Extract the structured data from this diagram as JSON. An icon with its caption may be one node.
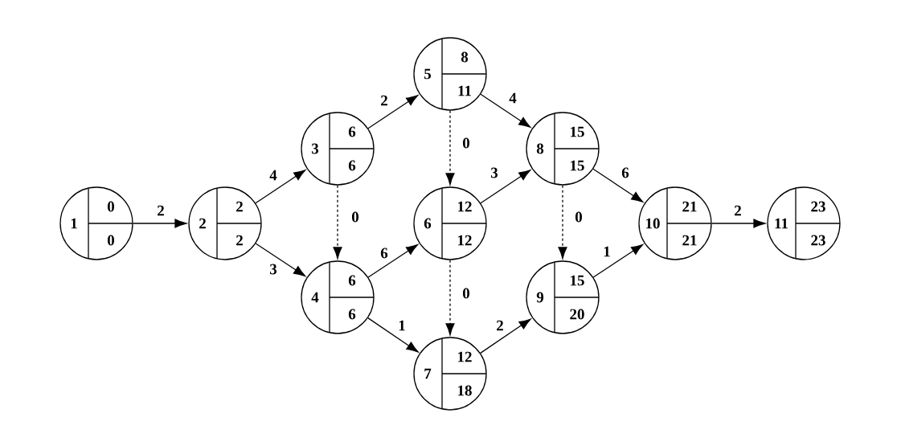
{
  "diagram": {
    "nodes": [
      {
        "text": [
          "1",
          "0",
          "0"
        ]
      },
      {
        "text": [
          "2",
          "2",
          "2"
        ]
      },
      {
        "text": [
          "3",
          "6",
          "6"
        ]
      },
      {
        "text": [
          "4",
          "6",
          "6"
        ]
      },
      {
        "text": [
          "5",
          "8",
          "11"
        ]
      },
      {
        "text": [
          "6",
          "12",
          "12"
        ]
      },
      {
        "text": [
          "7",
          "12",
          "18"
        ]
      },
      {
        "text": [
          "8",
          "15",
          "15"
        ]
      },
      {
        "text": [
          "9",
          "15",
          "20"
        ]
      },
      {
        "text": [
          "10",
          "21",
          "21"
        ]
      },
      {
        "text": [
          "11",
          "23",
          "23"
        ]
      }
    ],
    "edges": [
      {
        "from": 0,
        "to": 1,
        "arrow": "to",
        "label": "2"
      },
      {
        "from": 1,
        "to": 2,
        "arrow": "to",
        "label": "4"
      },
      {
        "from": 1,
        "to": 3,
        "arrow": "to",
        "label": "3"
      },
      {
        "from": 2,
        "to": 4,
        "arrow": "to",
        "label": "2"
      },
      {
        "from": 2,
        "to": 3,
        "arrow": "to",
        "label": "0",
        "style": "dashed"
      },
      {
        "from": 3,
        "to": 5,
        "arrow": "to",
        "label": "6"
      },
      {
        "from": 3,
        "to": 6,
        "arrow": "to",
        "label": "1"
      },
      {
        "from": 4,
        "to": 7,
        "arrow": "to",
        "label": "4"
      },
      {
        "from": 4,
        "to": 5,
        "arrow": "to",
        "label": "0",
        "style": "dashed"
      },
      {
        "from": 5,
        "to": 7,
        "arrow": "to",
        "label": "3"
      },
      {
        "from": 5,
        "to": 6,
        "arrow": "to",
        "label": "0",
        "style": "dashed"
      },
      {
        "from": 7,
        "to": 9,
        "arrow": "to",
        "label": "6"
      },
      {
        "from": 7,
        "to": 8,
        "arrow": "to",
        "label": "0",
        "style": "dashed"
      },
      {
        "from": 6,
        "to": 8,
        "arrow": "to",
        "label": "2"
      },
      {
        "from": 8,
        "to": 9,
        "arrow": "to",
        "label": "1"
      },
      {
        "from": 9,
        "to": 10,
        "arrow": "to",
        "label": "2"
      }
    ]
  }
}
